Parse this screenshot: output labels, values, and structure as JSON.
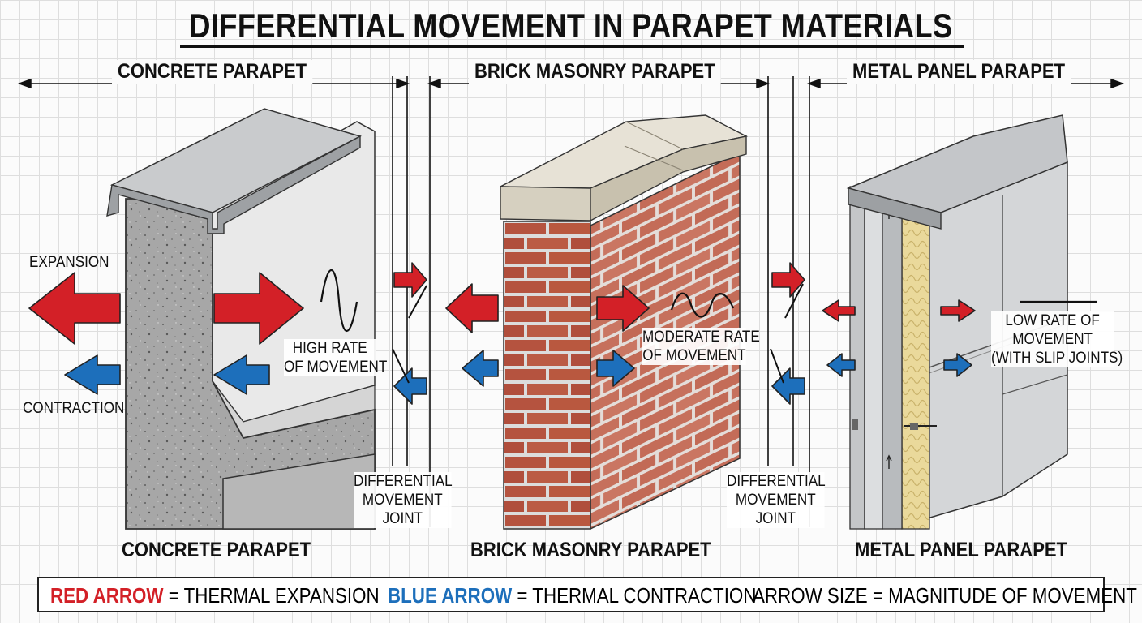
{
  "title": "DIFFERENTIAL MOVEMENT IN PARAPET MATERIALS",
  "sections": {
    "concrete": "CONCRETE PARAPET",
    "brick": "BRICK MASONRY PARAPET",
    "metal": "METAL PANEL PARAPET"
  },
  "labels": {
    "expansion": "EXPANSION",
    "contraction": "CONTRACTION",
    "high_rate_1": "HIGH RATE",
    "high_rate_2": "OF MOVEMENT",
    "moderate_1": "MODERATE RATE",
    "moderate_2": "OF MOVEMENT",
    "low_1": "LOW RATE OF",
    "low_2": "MOVEMENT",
    "low_3": "(WITH SLIP JOINTS)",
    "joint_1": "DIFFERENTIAL",
    "joint_2": "MOVEMENT",
    "joint_3": "JOINT"
  },
  "legend": {
    "red_term": "RED ARROW",
    "red_def": " = THERMAL EXPANSION",
    "blue_term": "BLUE ARROW",
    "blue_def": " = THERMAL CONTRACTION",
    "size_def": "ARROW SIZE = MAGNITUDE OF MOVEMENT"
  },
  "colors": {
    "expansion": "#d32027",
    "contraction": "#1d6fbb",
    "concrete": "#a9a9a9",
    "brick": "#b5533f",
    "metal": "#cfd1d3",
    "insulation": "#e8d79a"
  }
}
